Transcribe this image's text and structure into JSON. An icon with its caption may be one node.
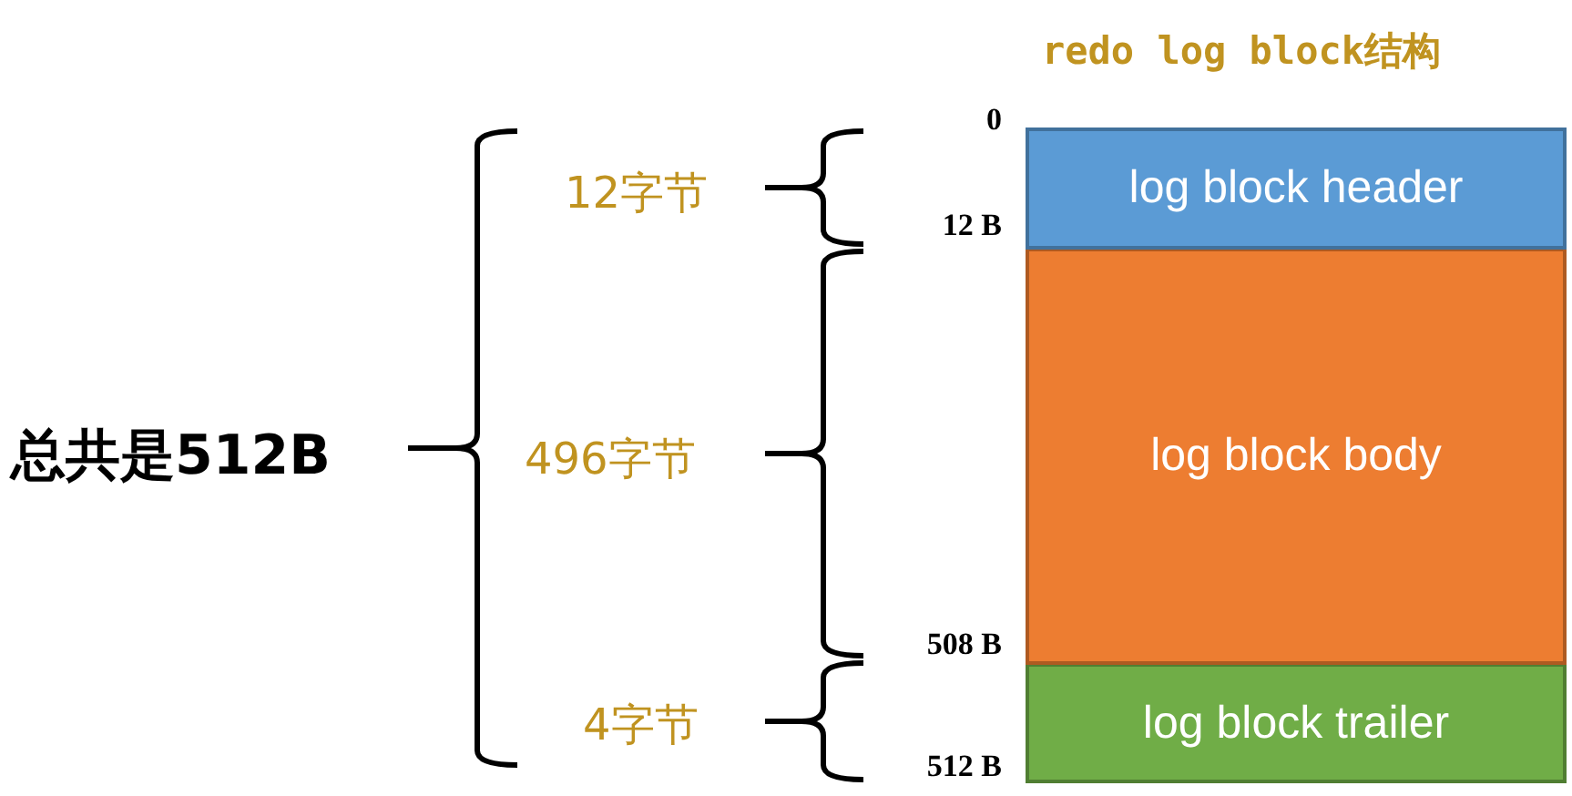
{
  "diagram": {
    "title": "redo log block结构",
    "nodes": [
      {
        "text": [
          "log block header"
        ]
      },
      {
        "text": [
          "log block body"
        ]
      },
      {
        "text": [
          "log block trailer"
        ]
      }
    ],
    "edges": [],
    "labels": [
      "0",
      "12字节",
      "12 B",
      "总共是512B",
      "496字节",
      "508 B",
      "4字节",
      "512 B"
    ]
  }
}
